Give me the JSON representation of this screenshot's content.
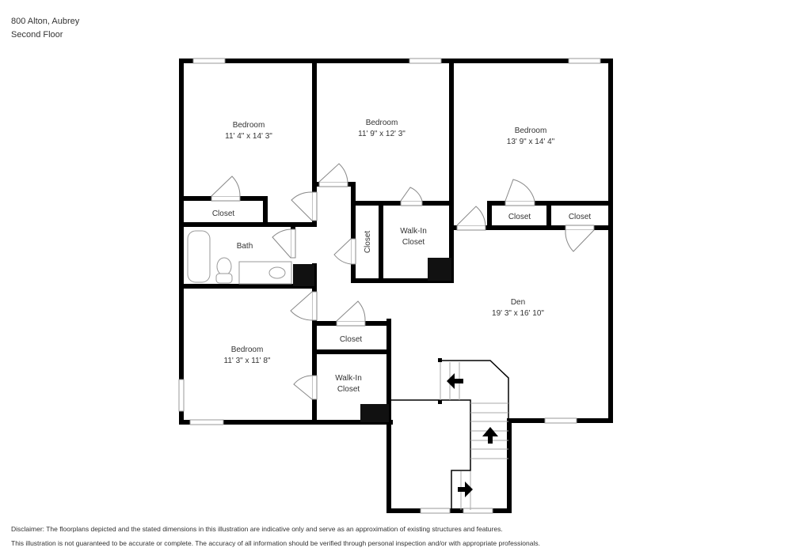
{
  "header": {
    "address": "800 Alton, Aubrey",
    "floor": "Second Floor"
  },
  "rooms": [
    {
      "name": "Bedroom",
      "dims": "11' 4\" x 14' 3\""
    },
    {
      "name": "Bedroom",
      "dims": "11' 9\" x 12' 3\""
    },
    {
      "name": "Bedroom",
      "dims": "13' 9\" x 14' 4\""
    },
    {
      "name": "Bath"
    },
    {
      "name": "Bedroom",
      "dims": "11' 3\" x 11' 8\""
    },
    {
      "name": "Den",
      "dims": "19' 3\" x 16' 10\""
    }
  ],
  "closets": {
    "c1": "Closet",
    "c2": "Closet",
    "c3": "Closet",
    "c4": "Closet",
    "c5": "Closet",
    "walkin1_a": "Walk-In",
    "walkin1_b": "Closet",
    "walkin2_a": "Walk-In",
    "walkin2_b": "Closet"
  },
  "disclaimer": {
    "line1": "Disclaimer: The floorplans depicted and the stated dimensions in this illustration are indicative only and serve as an approximation of existing structures and features.",
    "line2": "This illustration is not guaranteed to be accurate or complete. The accuracy of all information should be verified through personal inspection and/or with appropriate professionals."
  }
}
